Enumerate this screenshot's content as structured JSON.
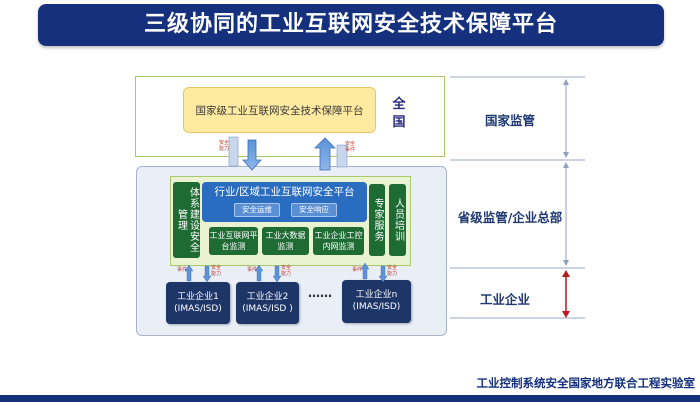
{
  "title": "三级协同的工业互联网安全技术保障平台",
  "national": {
    "platform": "国家级工业互联网安全技术保障平台",
    "scope": "全国",
    "arrow_left_label": "安全能力",
    "arrow_right_label": "安全事件"
  },
  "provincial": {
    "system_box": "体系建设安全管理",
    "industry_platform": "行业/区域工业互联网安全平台",
    "ops": "安全运维",
    "response": "安全响应",
    "monitor_platform": "工业互联网平台监测",
    "monitor_data": "工业大数据监测",
    "monitor_network": "工业企业工控内网监测",
    "expert": "专家服务",
    "training": "人员培训",
    "event_label": "事件",
    "capability_label": "安全能力"
  },
  "enterprises": [
    {
      "name": "工业企业1",
      "system": "(IMAS/ISD)"
    },
    {
      "name": "工业企业2",
      "system": "(IMAS/ISD )"
    },
    {
      "name": "工业企业n",
      "system": "(IMAS/ISD)"
    }
  ],
  "ellipsis": "……",
  "levels": {
    "national": "国家监管",
    "provincial": "省级监管/企业总部",
    "enterprise": "工业企业"
  },
  "footer": "工业控制系统安全国家地方联合工程实验室",
  "colors": {
    "banner": "#15317e",
    "green": "#1e6b33",
    "blue": "#2a6dc0",
    "enterprise": "#1e3568",
    "yellow": "#ffeaa0"
  }
}
